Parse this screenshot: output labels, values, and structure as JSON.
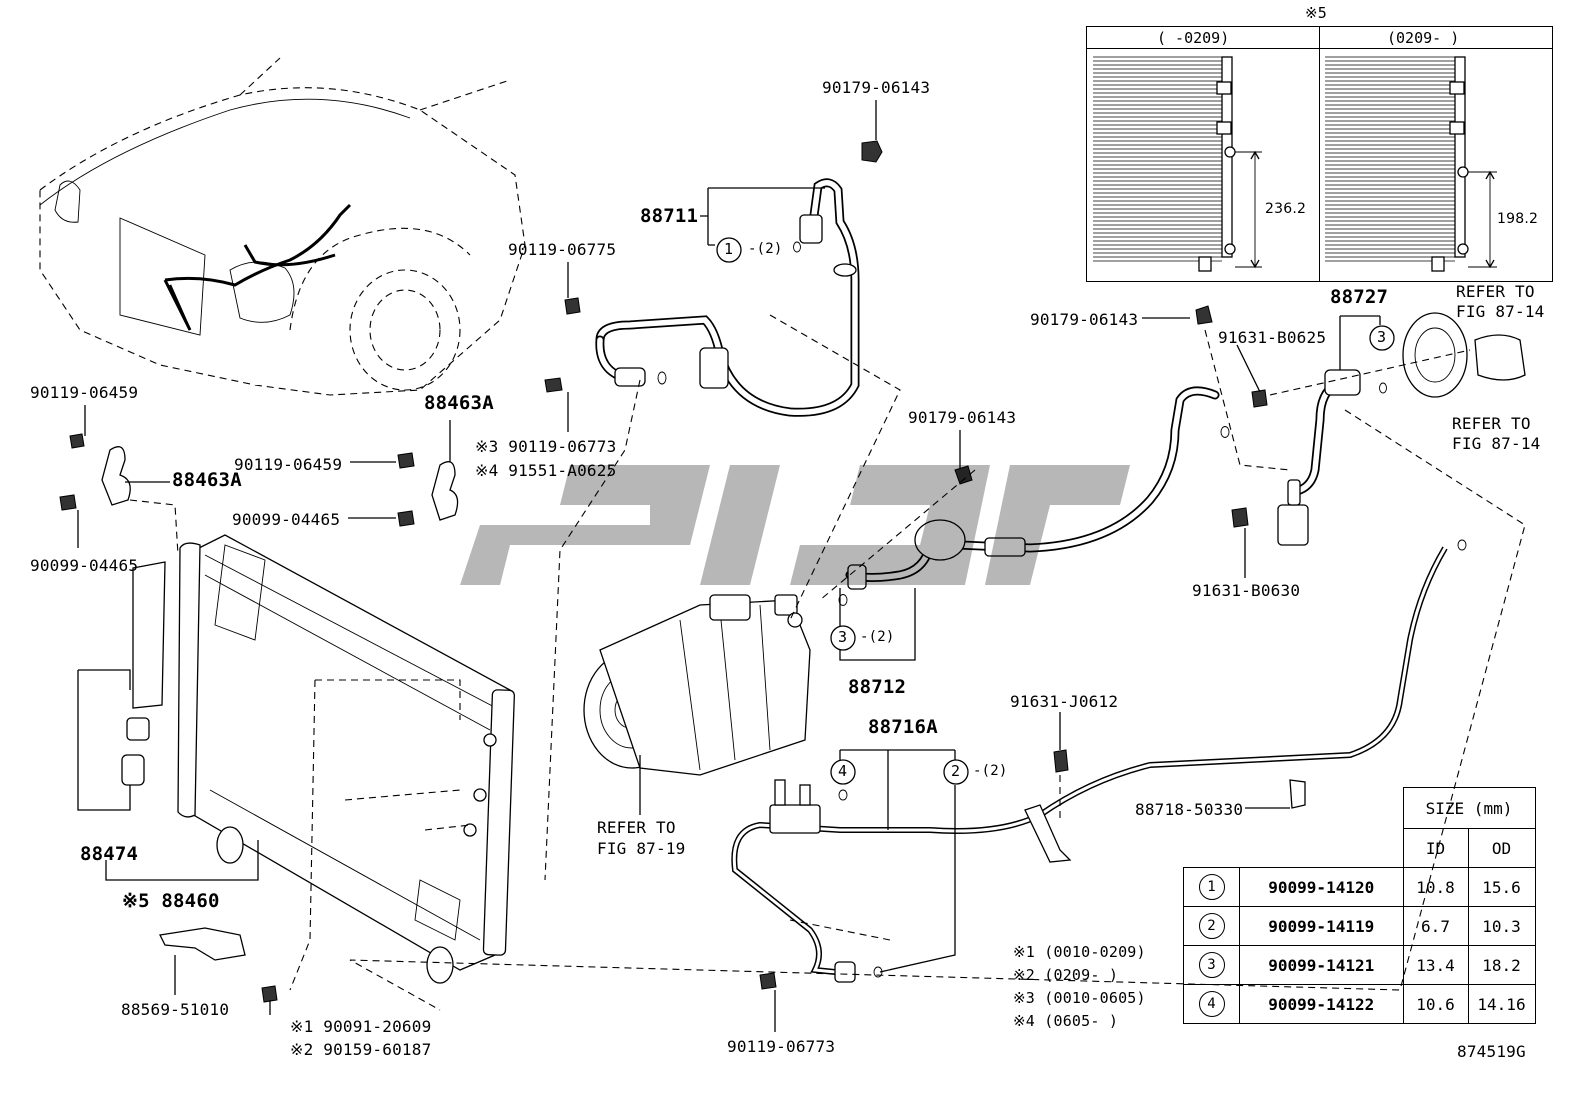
{
  "labels": {
    "p90179_06143_top": "90179-06143",
    "p88711": "88711",
    "p88711_ref": "-(2)",
    "p90119_06775": "90119-06775",
    "p90119_06459_left": "90119-06459",
    "p88463A_right": "88463A",
    "p88463A_left": "88463A",
    "p90119_06459_mid": "90119-06459",
    "note3_90119_06773": "※3 90119-06773",
    "note4_91551_A0625": "※4 91551-A0625",
    "p90099_04465_mid": "90099-04465",
    "p90099_04465_left": "90099-04465",
    "p90179_06143_mid": "90179-06143",
    "p90179_06143_right": "90179-06143",
    "p88727": "88727",
    "p91631_B0625": "91631-B0625",
    "refer_fig_87_14_a_line1": "REFER TO",
    "refer_fig_87_14_a_line2": "FIG 87-14",
    "refer_fig_87_14_b_line1": "REFER TO",
    "refer_fig_87_14_b_line2": "FIG 87-14",
    "p91631_B0630": "91631-B0630",
    "p88712": "88712",
    "p88712_ref": "-(2)",
    "p88716A": "88716A",
    "p88716A_ref": "-(2)",
    "p91631_J0612": "91631-J0612",
    "p88718_50330": "88718-50330",
    "refer_fig_87_19_line1": "REFER TO",
    "refer_fig_87_19_line2": "FIG 87-19",
    "p88474": "88474",
    "p88460": "※5 88460",
    "p88569_51010": "88569-51010",
    "note1_90091_20609": "※1 90091-20609",
    "note2_90159_60187": "※2 90159-60187",
    "p90119_06773_bottom": "90119-06773",
    "figure_id": "874519G"
  },
  "circled": {
    "c1": "1",
    "c2": "2",
    "c3_left": "3",
    "c3_right": "3",
    "c4": "4"
  },
  "footnotes": [
    "※1 (0010-0209)",
    "※2 (0209-      )",
    "※3 (0010-0605)",
    "※4 (0605-      )"
  ],
  "inset": {
    "mark": "※5",
    "left_header": "(      -0209)",
    "right_header": "(0209-      )",
    "left_dim": "236.2",
    "right_dim": "198.2"
  },
  "size_table": {
    "header": "SIZE (mm)",
    "col_id": "ID",
    "col_od": "OD",
    "rows": [
      {
        "n": "1",
        "part": "90099-14120",
        "id": "10.8",
        "od": "15.6"
      },
      {
        "n": "2",
        "part": "90099-14119",
        "id": "6.7",
        "od": "10.3"
      },
      {
        "n": "3",
        "part": "90099-14121",
        "id": "13.4",
        "od": "18.2"
      },
      {
        "n": "4",
        "part": "90099-14122",
        "id": "10.6",
        "od": "14.16"
      }
    ]
  },
  "watermark_color": "#000000"
}
